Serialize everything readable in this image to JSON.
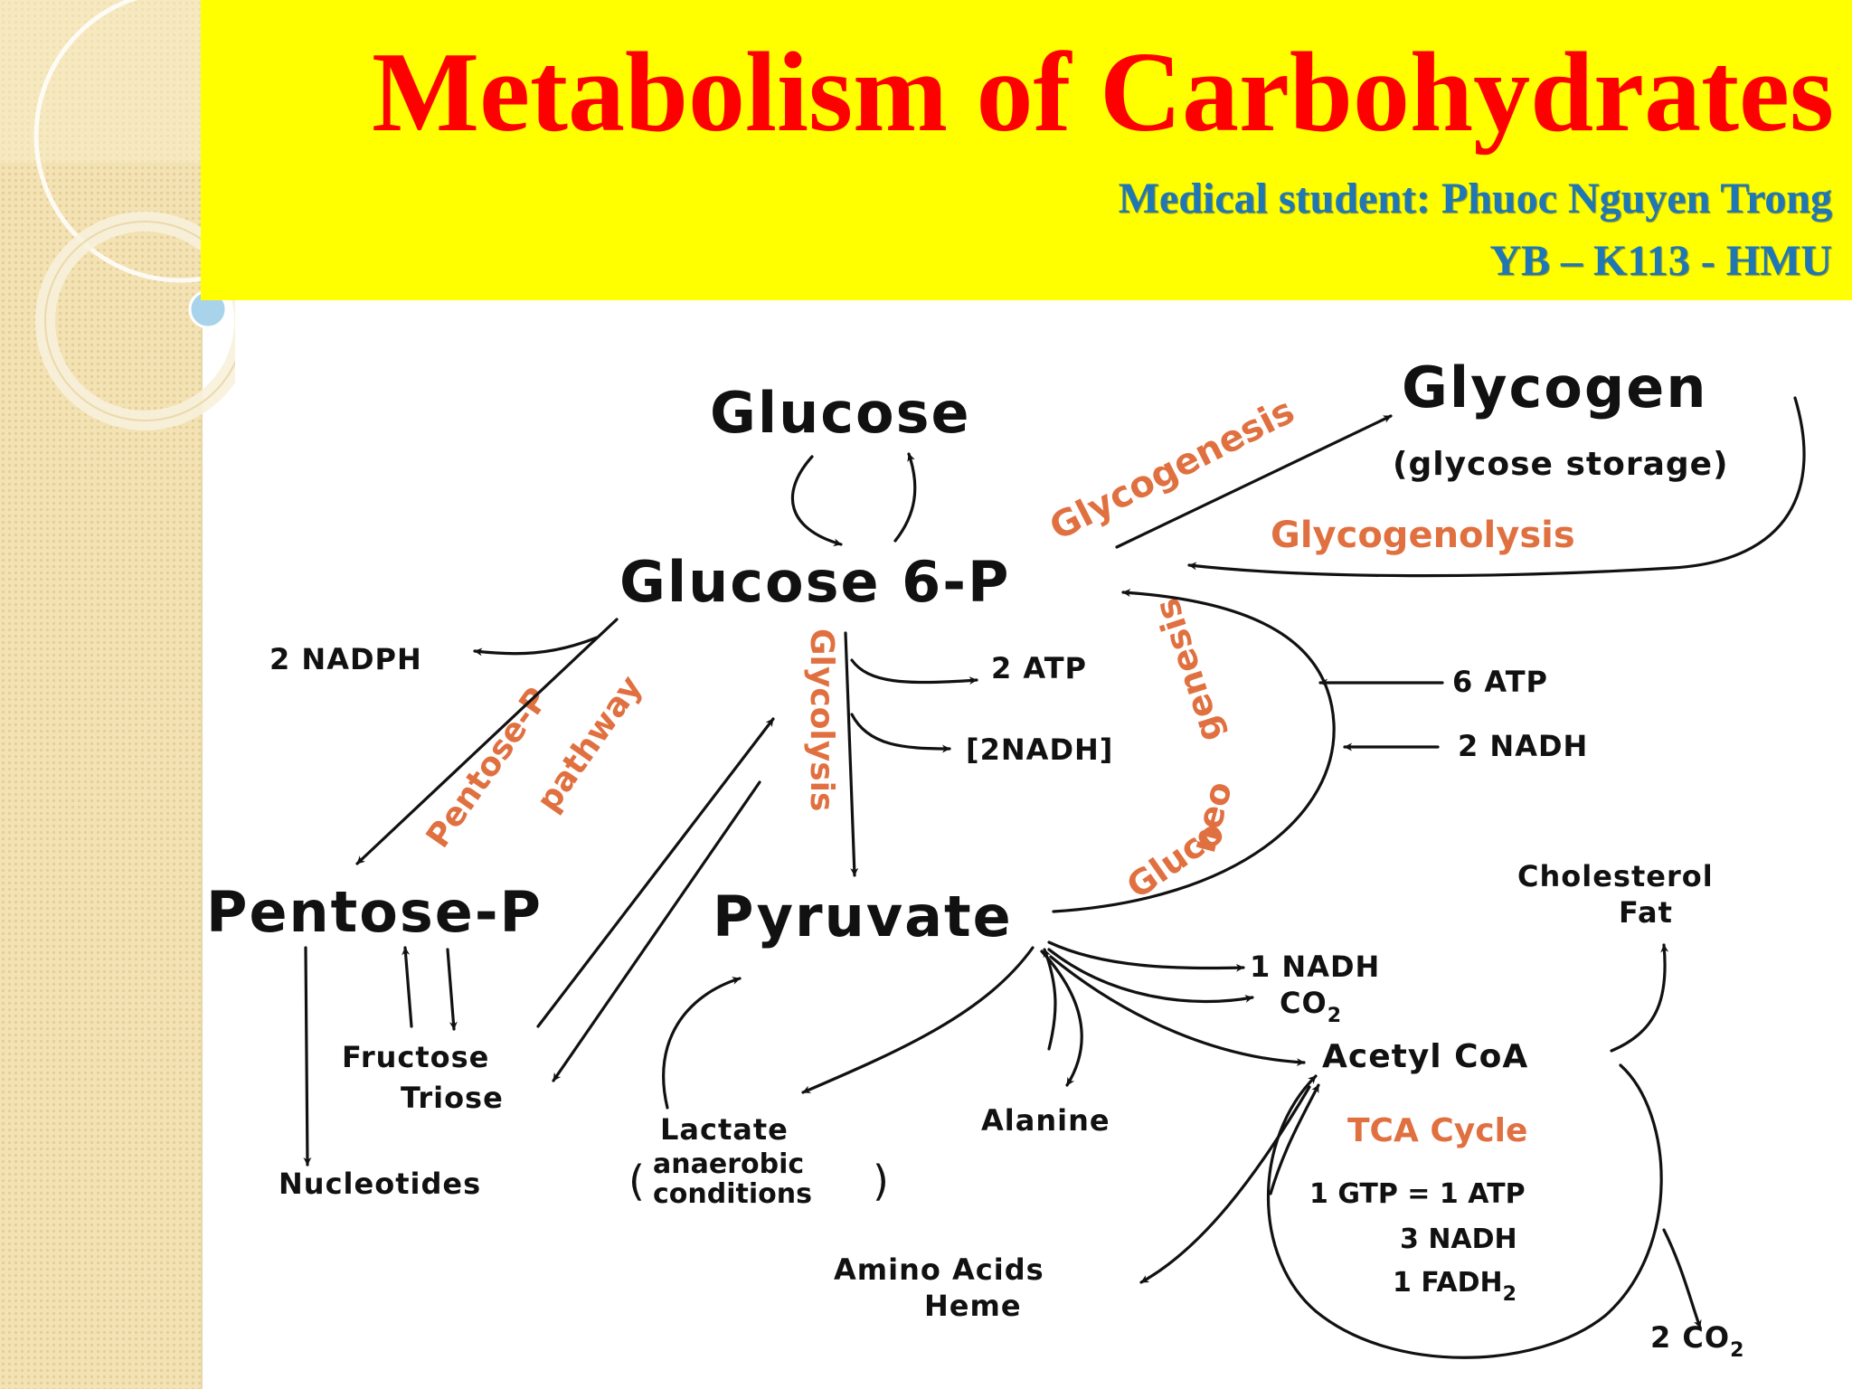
{
  "header": {
    "title": "Metabolism of Carbohydrates",
    "subtitle": "Medical student: Phuoc Nguyen Trong",
    "class_code": "YB – K113 - HMU"
  },
  "colors": {
    "header_bg": "#ffff00",
    "title": "#ff0000",
    "subtitle": "#1f77b4",
    "pathway_labels": "#e07040",
    "sidebar": "#f3e2b3"
  },
  "diagram": {
    "nodes": {
      "glucose": "Glucose",
      "glycogen": "Glycogen",
      "glycogen_note": "(glycose storage)",
      "glucose_6p": "Glucose 6-P",
      "nadph": "2 NADPH",
      "atp_2": "2 ATP",
      "nadh_2_bracket": "[2NADH]",
      "atp_6": "6 ATP",
      "nadh_2": "2 NADH",
      "pentose_p": "Pentose-P",
      "pyruvate": "Pyruvate",
      "cholesterol": "Cholesterol",
      "fat": "Fat",
      "nadh_1": "1 NADH",
      "co2": "CO",
      "co2_sub": "2",
      "fructose": "Fructose",
      "triose": "Triose",
      "acetyl_coa": "Acetyl CoA",
      "lactate": "Lactate",
      "anaerobic": "anaerobic",
      "conditions": "conditions",
      "alanine": "Alanine",
      "nucleotides": "Nucleotides",
      "tca_cycle": "TCA Cycle",
      "gtp_atp": "1 GTP = 1 ATP",
      "nadh_3": "3 NADH",
      "fadh2": "1 FADH",
      "fadh2_sub": "2",
      "amino_acids": "Amino Acids",
      "heme": "Heme",
      "co2_out": "2 CO",
      "co2_out_sub": "2"
    },
    "pathways": {
      "glycogenesis": "Glycogenesis",
      "glycogenolysis": "Glycogenolysis",
      "pentose_p_line1": "Pentose-P",
      "pentose_p_line2": "pathway",
      "glycolysis": "Glycolysis",
      "gluconeogenesis": "Gluconeogenesis"
    }
  }
}
